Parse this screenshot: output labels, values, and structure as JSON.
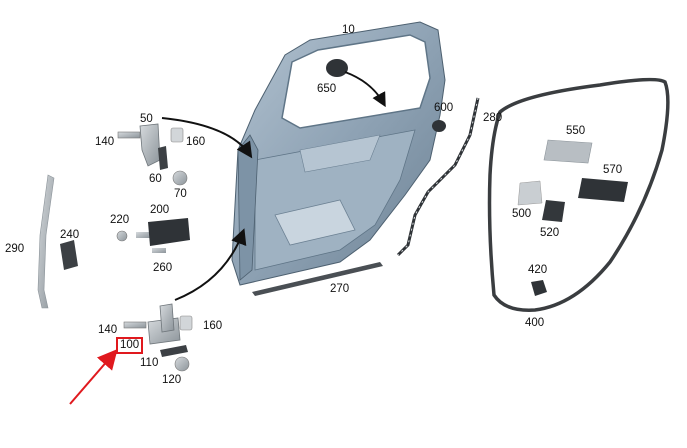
{
  "parts": {
    "p10": "10",
    "p650": "650",
    "p600": "600",
    "p280": "280",
    "p50": "50",
    "p140a": "140",
    "p160a": "160",
    "p60": "60",
    "p70": "70",
    "p220": "220",
    "p200": "200",
    "p260": "260",
    "p240": "240",
    "p290": "290",
    "p270": "270",
    "p140b": "140",
    "p160b": "160",
    "p100": "100",
    "p110": "110",
    "p120": "120",
    "p550": "550",
    "p570": "570",
    "p500": "500",
    "p520": "520",
    "p420": "420",
    "p400": "400"
  },
  "highlight": {
    "part": "100",
    "color": "#e0191e"
  },
  "colors": {
    "door_metal": "#8ea2b4",
    "door_dark": "#5f7587",
    "part_gray": "#9aa3aa",
    "seal": "#3a3d40"
  }
}
